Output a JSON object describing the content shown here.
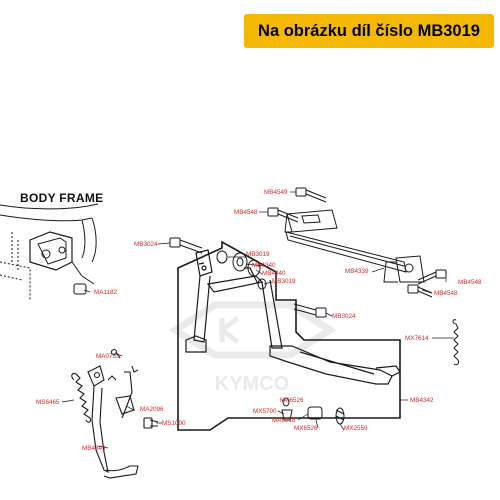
{
  "header": {
    "title": "Na obrázku díl číslo MB3019"
  },
  "frame_label": "BODY  FRAME",
  "watermark": "KYMCO",
  "parts": {
    "MB4549": "MB4549",
    "MB4548_top": "MB4548",
    "MB3024_left": "MB3024",
    "MB3019_a": "MB3019",
    "MB4340_a": "MB4340",
    "MB4340_b": "MB4340",
    "MB3019_b": "MB3019",
    "MB4339": "MB4339",
    "MB4548_r1": "MB4548",
    "MB4548_r2": "MB4548",
    "MA1182": "MA1182",
    "MB3024_mid": "MB3024",
    "MX7614": "MX7614",
    "MA0753": "MA0753",
    "MS6465": "MS6465",
    "MA2096": "MA2096",
    "MS1090": "MS1090",
    "MB4343": "MB4343",
    "MX6526_a": "MX6526",
    "MX5700": "MX5700",
    "MA6918": "MA6918",
    "MX6526_b": "MX6526",
    "MX2559": "MX2559",
    "MB4342": "MB4342"
  },
  "colors": {
    "banner": "#f5b800",
    "label_red": "#d42a2a",
    "line": "#1a1a1a",
    "watermark": "#d9d9d9"
  }
}
